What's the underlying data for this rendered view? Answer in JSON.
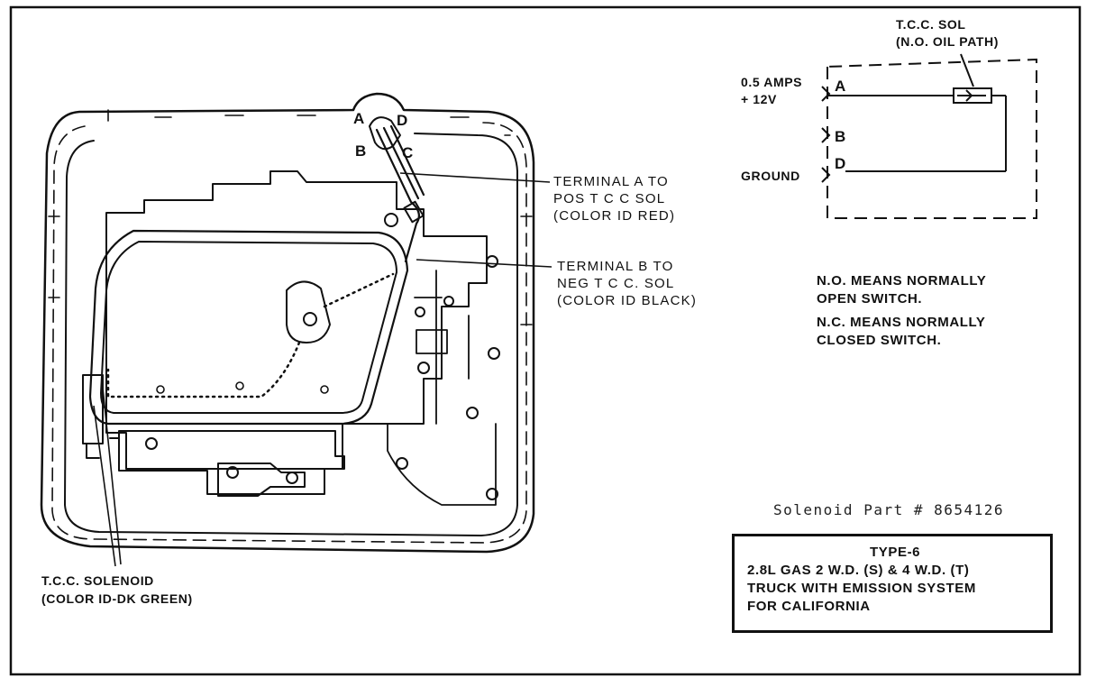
{
  "terminal_letters": {
    "a": "A",
    "b": "B",
    "c": "C",
    "d": "D"
  },
  "callouts": {
    "terminal_a": [
      "TERMINAL A TO",
      "POS T C C SOL",
      "(COLOR ID RED)"
    ],
    "terminal_b": [
      "TERMINAL B TO",
      "NEG T C C. SOL",
      "(COLOR ID BLACK)"
    ],
    "tcc_solenoid": [
      "T.C.C. SOLENOID",
      "(COLOR ID-DK GREEN)"
    ]
  },
  "schematic": {
    "sol_label": [
      "T.C.C. SOL",
      "(N.O. OIL PATH)"
    ],
    "input_label": [
      "0.5 AMPS",
      "+ 12V"
    ],
    "ground_label": "GROUND",
    "pin_a": "A",
    "pin_b": "B",
    "pin_d": "D"
  },
  "notes": [
    "N.O. MEANS NORMALLY",
    "OPEN SWITCH.",
    "N.C. MEANS NORMALLY",
    "CLOSED SWITCH."
  ],
  "part_number": "Solenoid Part # 8654126",
  "type_box": [
    "TYPE-6",
    "2.8L GAS 2 W.D. (S) & 4 W.D. (T)",
    "TRUCK WITH EMISSION SYSTEM",
    "FOR CALIFORNIA"
  ]
}
